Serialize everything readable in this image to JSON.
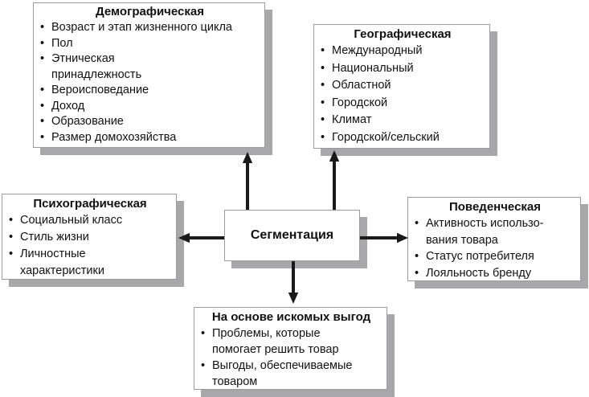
{
  "diagram": {
    "center": {
      "label": "Сегментация"
    },
    "boxes": {
      "demographic": {
        "title": "Демографическая",
        "items": [
          "Возраст и этап жизненного цикла",
          "Пол",
          "Этническая\nпринадлежность",
          "Вероисповедание",
          "Доход",
          "Образование",
          "Размер домохозяйства"
        ]
      },
      "geographic": {
        "title": "Географическая",
        "items": [
          "Международный",
          "Национальный",
          "Областной",
          "Городской",
          "Климат",
          "Городской/сельский"
        ]
      },
      "psychographic": {
        "title": "Психографическая",
        "items": [
          "Социальный класс",
          "Стиль жизни",
          "Личностные\nхарактеристики"
        ]
      },
      "behavioral": {
        "title": "Поведенческая",
        "items": [
          "Активность использо-\nвания товара",
          "Статус потребителя",
          "Лояльность бренду"
        ]
      },
      "benefits": {
        "title": "На основе искомых выгод",
        "items": [
          "Проблемы, которые\nпомогает решить товар",
          "Выгоды, обеспечиваемые\nтоваром"
        ]
      }
    },
    "glyphs": {
      "bullet": "•"
    },
    "colors": {
      "text": "#111111",
      "arrow": "#1a1a1a",
      "box_border": "#9b9b9b",
      "box_shadow": "#a8a8ab",
      "box_fill": "#ffffff",
      "background": "#ffffff"
    }
  }
}
